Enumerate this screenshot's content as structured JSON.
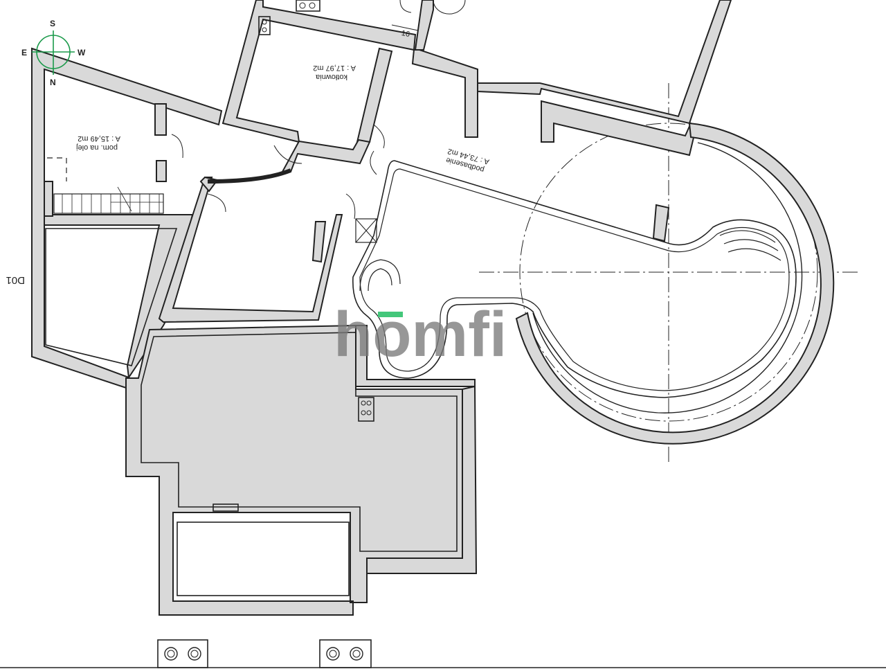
{
  "compass": {
    "south": "S",
    "west": "W",
    "east": "E",
    "north": "N"
  },
  "rooms": [
    {
      "name": "kotłownia",
      "area": "A : 17,97 m2"
    },
    {
      "name": "pom. na olej",
      "area": "A : 15,49 m2"
    },
    {
      "name": "podbasenie",
      "area": "A : 73,44 m2"
    }
  ],
  "section_ref": "D01",
  "dimension_mark": "16",
  "watermark": "homfi",
  "colors": {
    "walls": "#222222",
    "wall_fill": "#d9d9d9",
    "compass": "#1a9a4a",
    "watermark": "#7a7a7a",
    "watermark_accent": "#43c77a"
  }
}
